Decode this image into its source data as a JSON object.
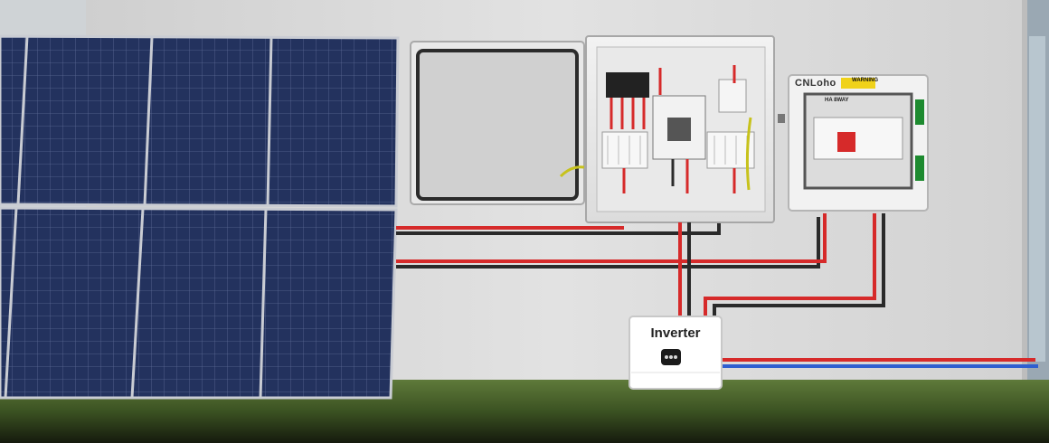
{
  "scene": {
    "inverter_label": "Inverter",
    "brand_label": "CNLoho",
    "warning_label": "WARNING",
    "breaker_tag": "HA 8WAY"
  },
  "colors": {
    "wall": "#dcdcdc",
    "panel": "#22315c",
    "grass": "#3e5a26",
    "cable_red": "#d62a2a",
    "cable_black": "#2a2a2a",
    "cable_blue": "#2f5fd0"
  }
}
